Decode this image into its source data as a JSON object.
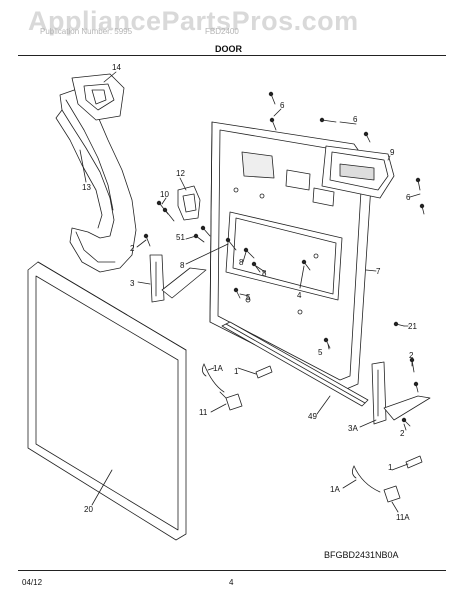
{
  "watermark": "AppliancePartsPros.com",
  "header": {
    "faint_left": "Publication Number: 5995",
    "faint_right": "FBD2400",
    "section_title": "DOOR"
  },
  "callouts": {
    "c14": "14",
    "c13": "13",
    "c12": "12",
    "c10": "10",
    "c51": "51",
    "c2a": "2",
    "c8a": "8",
    "c8b": "8",
    "c8c": "8",
    "c3": "3",
    "c6a": "6",
    "c6b": "6",
    "c6c": "6",
    "c9": "9",
    "c7": "7",
    "c4": "4",
    "c5a": "5",
    "c5b": "5",
    "c1a": "1",
    "c1A": "1A",
    "c11": "11",
    "c20": "20",
    "c49": "49",
    "c21": "21",
    "c2b": "2",
    "c2c": "2",
    "c3A": "3A",
    "c1b": "1",
    "c1A2": "1A",
    "c11A": "11A"
  },
  "model_code": "BFGBD2431NB0A",
  "footer": {
    "date": "04/12",
    "page": "4"
  }
}
